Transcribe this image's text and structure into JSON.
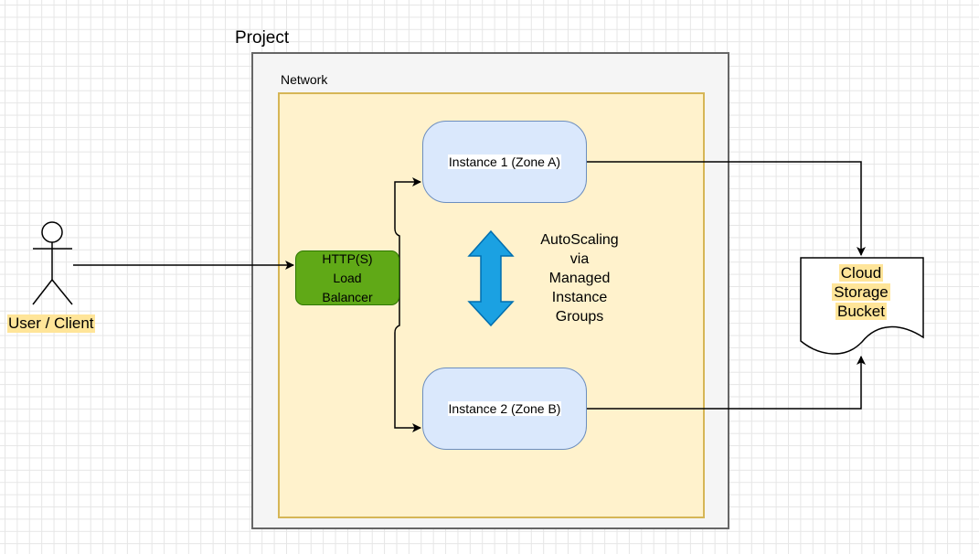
{
  "project": {
    "label": "Project"
  },
  "network": {
    "label": "Network"
  },
  "load_balancer": {
    "lines": [
      "HTTP(S)",
      "Load",
      "Balancer"
    ]
  },
  "instances": [
    {
      "label": "Instance 1 (Zone A)"
    },
    {
      "label": "Instance 2 (Zone B)"
    }
  ],
  "autoscaling": {
    "lines": [
      "AutoScaling",
      "via",
      "Managed",
      "Instance",
      "Groups"
    ]
  },
  "user": {
    "label": "User / Client"
  },
  "bucket": {
    "lines": [
      "Cloud",
      "Storage",
      "Bucket"
    ]
  },
  "colors": {
    "project_fill": "#f5f5f5",
    "network_fill": "#fff2cc",
    "instance_fill": "#dae8fc",
    "load_balancer_fill": "#60a917",
    "arrow_fill": "#1ba1e2",
    "label_highlight": "#ffe599"
  },
  "icons": {
    "user": "stick-figure-icon",
    "bucket": "document-shape-icon",
    "scaling": "double-arrow-icon"
  }
}
